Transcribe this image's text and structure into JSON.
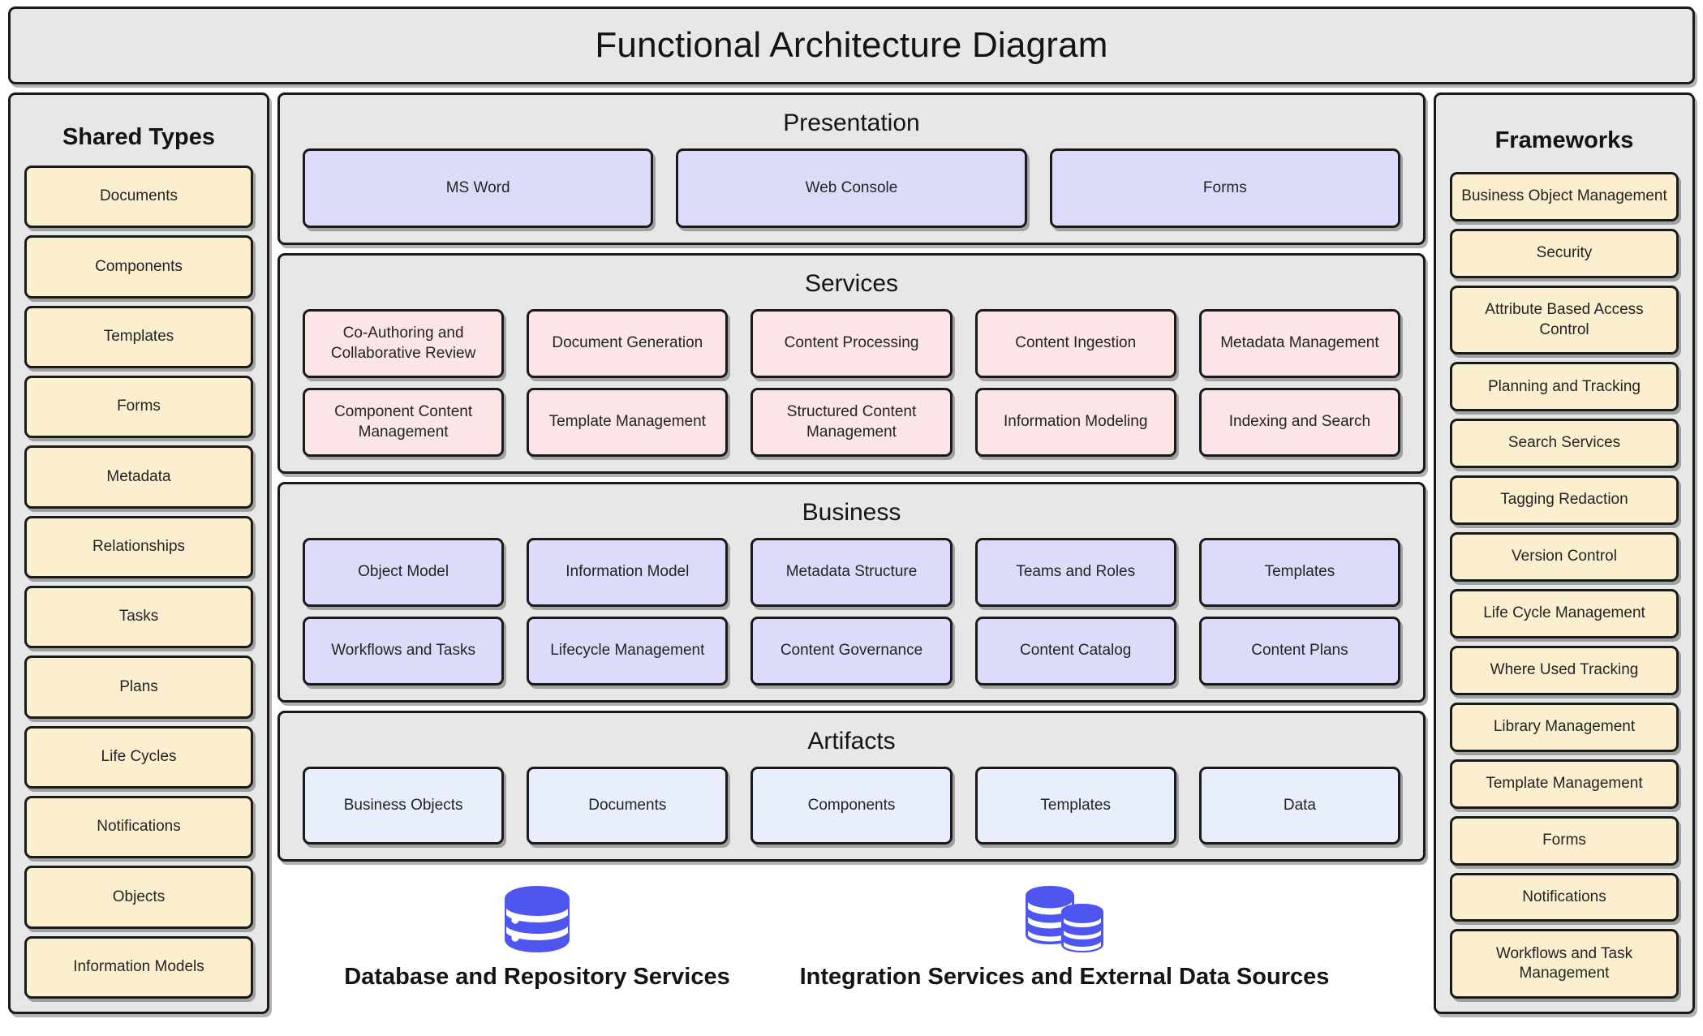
{
  "title": "Functional Architecture Diagram",
  "shared_types": {
    "heading": "Shared Types",
    "items": [
      "Documents",
      "Components",
      "Templates",
      "Forms",
      "Metadata",
      "Relationships",
      "Tasks",
      "Plans",
      "Life Cycles",
      "Notifications",
      "Objects",
      "Information Models"
    ]
  },
  "frameworks": {
    "heading": "Frameworks",
    "items": [
      "Business Object Management",
      "Security",
      "Attribute Based Access Control",
      "Planning and Tracking",
      "Search Services",
      "Tagging Redaction",
      "Version Control",
      "Life Cycle Management",
      "Where Used Tracking",
      "Library Management",
      "Template Management",
      "Forms",
      "Notifications",
      "Workflows and Task Management"
    ]
  },
  "layers": [
    {
      "id": "presentation",
      "heading": "Presentation",
      "rows": [
        [
          "MS Word",
          "Web Console",
          "Forms"
        ]
      ]
    },
    {
      "id": "services",
      "heading": "Services",
      "rows": [
        [
          "Co-Authoring and Collaborative Review",
          "Document Generation",
          "Content Processing",
          "Content Ingestion",
          "Metadata Management"
        ],
        [
          "Component Content Management",
          "Template Management",
          "Structured Content Management",
          "Information Modeling",
          "Indexing and Search"
        ]
      ]
    },
    {
      "id": "business",
      "heading": "Business",
      "rows": [
        [
          "Object Model",
          "Information Model",
          "Metadata Structure",
          "Teams and Roles",
          "Templates"
        ],
        [
          "Workflows and Tasks",
          "Lifecycle Management",
          "Content Governance",
          "Content Catalog",
          "Content Plans"
        ]
      ]
    },
    {
      "id": "artifacts",
      "heading": "Artifacts",
      "rows": [
        [
          "Business Objects",
          "Documents",
          "Components",
          "Templates",
          "Data"
        ]
      ]
    }
  ],
  "bottom": {
    "database": {
      "icon": "database-icon",
      "label": "Database and Repository Services"
    },
    "integration": {
      "icon": "multi-database-icon",
      "label": "Integration Services and External Data Sources"
    }
  },
  "colors": {
    "panel_bg": "#e7e7e7",
    "border": "#1a1a1a",
    "shared_type_fill": "#fcefd0",
    "framework_fill": "#fcefd0",
    "presentation_fill": "#dcdcfa",
    "services_fill": "#fbe5e6",
    "business_fill": "#dcdcfa",
    "artifacts_fill": "#e8eefb",
    "icon_blue": "#4f56f0"
  }
}
